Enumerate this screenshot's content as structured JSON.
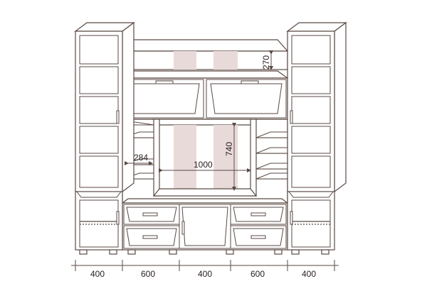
{
  "dimensions": {
    "bottom": [
      "400",
      "600",
      "400",
      "600",
      "400"
    ],
    "top_niche_height": "270",
    "center_height": "740",
    "center_width": "1000",
    "side_shelf_depth": "284"
  }
}
